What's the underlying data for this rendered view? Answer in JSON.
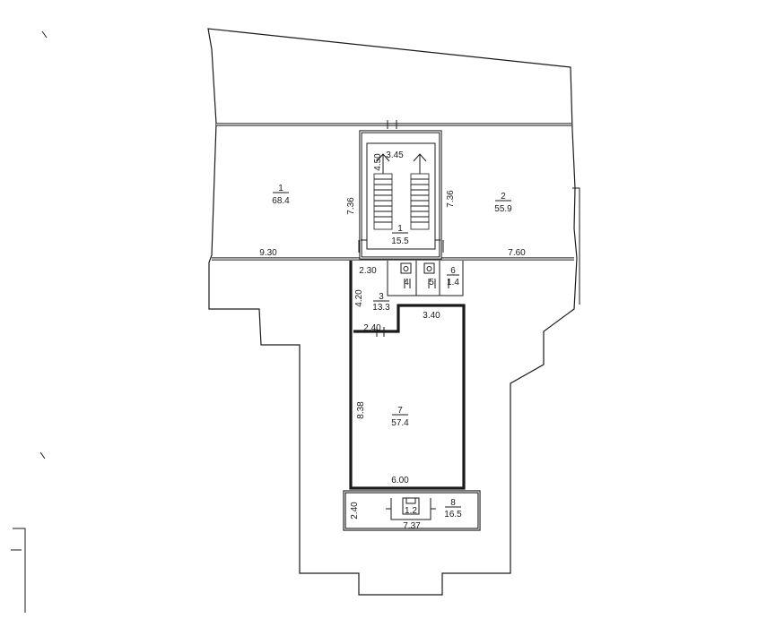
{
  "rooms": [
    {
      "id": "room-1-left",
      "number": "1",
      "area": "68.4"
    },
    {
      "id": "room-2",
      "number": "2",
      "area": "55.9"
    },
    {
      "id": "room-1-stair",
      "number": "1",
      "area": "15.5"
    },
    {
      "id": "room-3",
      "number": "3",
      "area": "13.3"
    },
    {
      "id": "room-4",
      "number": "4",
      "area": ""
    },
    {
      "id": "room-5",
      "number": "5",
      "area": ""
    },
    {
      "id": "room-6",
      "number": "6",
      "area": "1.4"
    },
    {
      "id": "room-7",
      "number": "7",
      "area": "57.4"
    },
    {
      "id": "room-8",
      "number": "8",
      "area": "16.5"
    },
    {
      "id": "room-small",
      "number": "",
      "area": "1.2"
    }
  ],
  "dimensions": {
    "stair_width": "3.45",
    "stair_depth": "4.50",
    "stair_left_height": "7.36",
    "stair_right_height": "7.36",
    "left_width": "9.30",
    "right_width": "7.60",
    "corridor_width": "2.30",
    "corridor_height": "4.20",
    "hall_width_small": "2.40",
    "hall_width_large": "3.40",
    "hall_height": "8.38",
    "hall_bottom_width": "6.00",
    "annex_height": "2.40",
    "annex_width": "7.37"
  }
}
